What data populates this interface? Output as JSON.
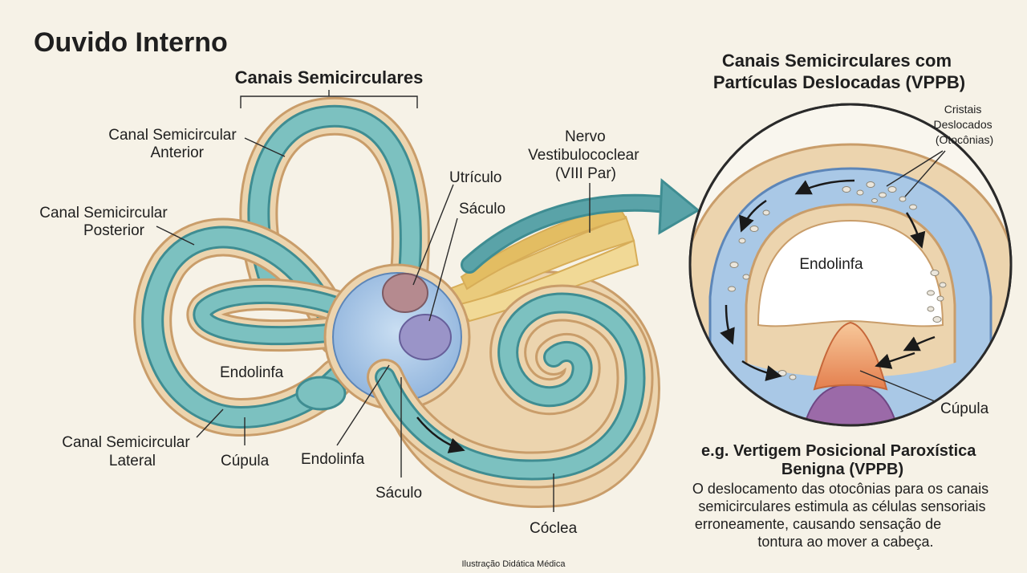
{
  "title": "Ouvido Interno",
  "left_diagram": {
    "group_heading": "Canais Semicirculares",
    "labels": {
      "anterior_line1": "Canal Semicircular",
      "anterior_line2": "Anterior",
      "posterior_line1": "Canal Semicircular",
      "posterior_line2": "Posterior",
      "lateral_line1": "Canal Semicircular",
      "lateral_line2": "Lateral",
      "endolinfa_inner": "Endolinfa",
      "cupula": "Cúpula",
      "endolinfa_lower": "Endolinfa",
      "saculo_lower": "Sáculo",
      "utriculo": "Utrículo",
      "saculo_upper": "Sáculo",
      "nerve_line1": "Nervo",
      "nerve_line2": "Vestibulococlear",
      "nerve_line3": "(VIII Par)",
      "coclea": "Cóclea"
    }
  },
  "inset": {
    "heading_line1": "Canais Semicirculares com",
    "heading_line2": "Partículas Deslocadas (VPPB)",
    "crystals_line1": "Cristais",
    "crystals_line2": "Deslocados",
    "crystals_line3": "(Otocônias)",
    "endolinfa": "Endolinfa",
    "cupula": "Cúpula"
  },
  "caption": {
    "heading_line1": "e.g. Vertigem Posicional Paroxística",
    "heading_line2": "Benigna (VPPB)",
    "body_line1": "O deslocamento das otocônias para os canais",
    "body_line2": "semicirculares estimula as células sensoriais",
    "body_line3": "erroneamente, causando sensação de",
    "body_line4": "tontura ao mover a cabeça."
  },
  "footer": "Ilustração Didática Médica",
  "colors": {
    "background": "#f6f2e7",
    "bone": "#ecd4ae",
    "bone_edge": "#c99d6a",
    "canal": "#7cc1c0",
    "canal_edge": "#3f8d92",
    "vestibule": "#a9c8e6",
    "nerve": "#eacb7c",
    "arrow": "#5aa3a8",
    "utricle": "#b58a8f",
    "saccule": "#9a94c8",
    "cupula": "#f0a36a",
    "crista": "#9b6aa8"
  }
}
